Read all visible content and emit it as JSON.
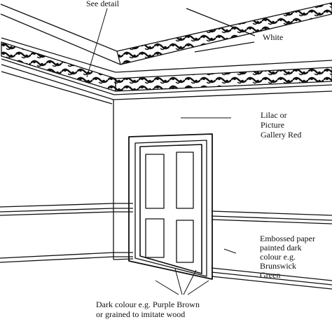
{
  "labels": {
    "see_detail": "See detail",
    "ceiling": "White",
    "wall": [
      "Lilac or",
      "Picture",
      "Gallery Red"
    ],
    "dado": [
      "Embossed paper",
      "painted dark",
      "colour e.g.",
      "Brunswick",
      "Green"
    ],
    "woodwork": [
      "Dark colour e.g. Purple Brown",
      "or grained to imitate wood"
    ]
  },
  "colors": {
    "ink": "#111111",
    "paper": "#ffffff"
  }
}
